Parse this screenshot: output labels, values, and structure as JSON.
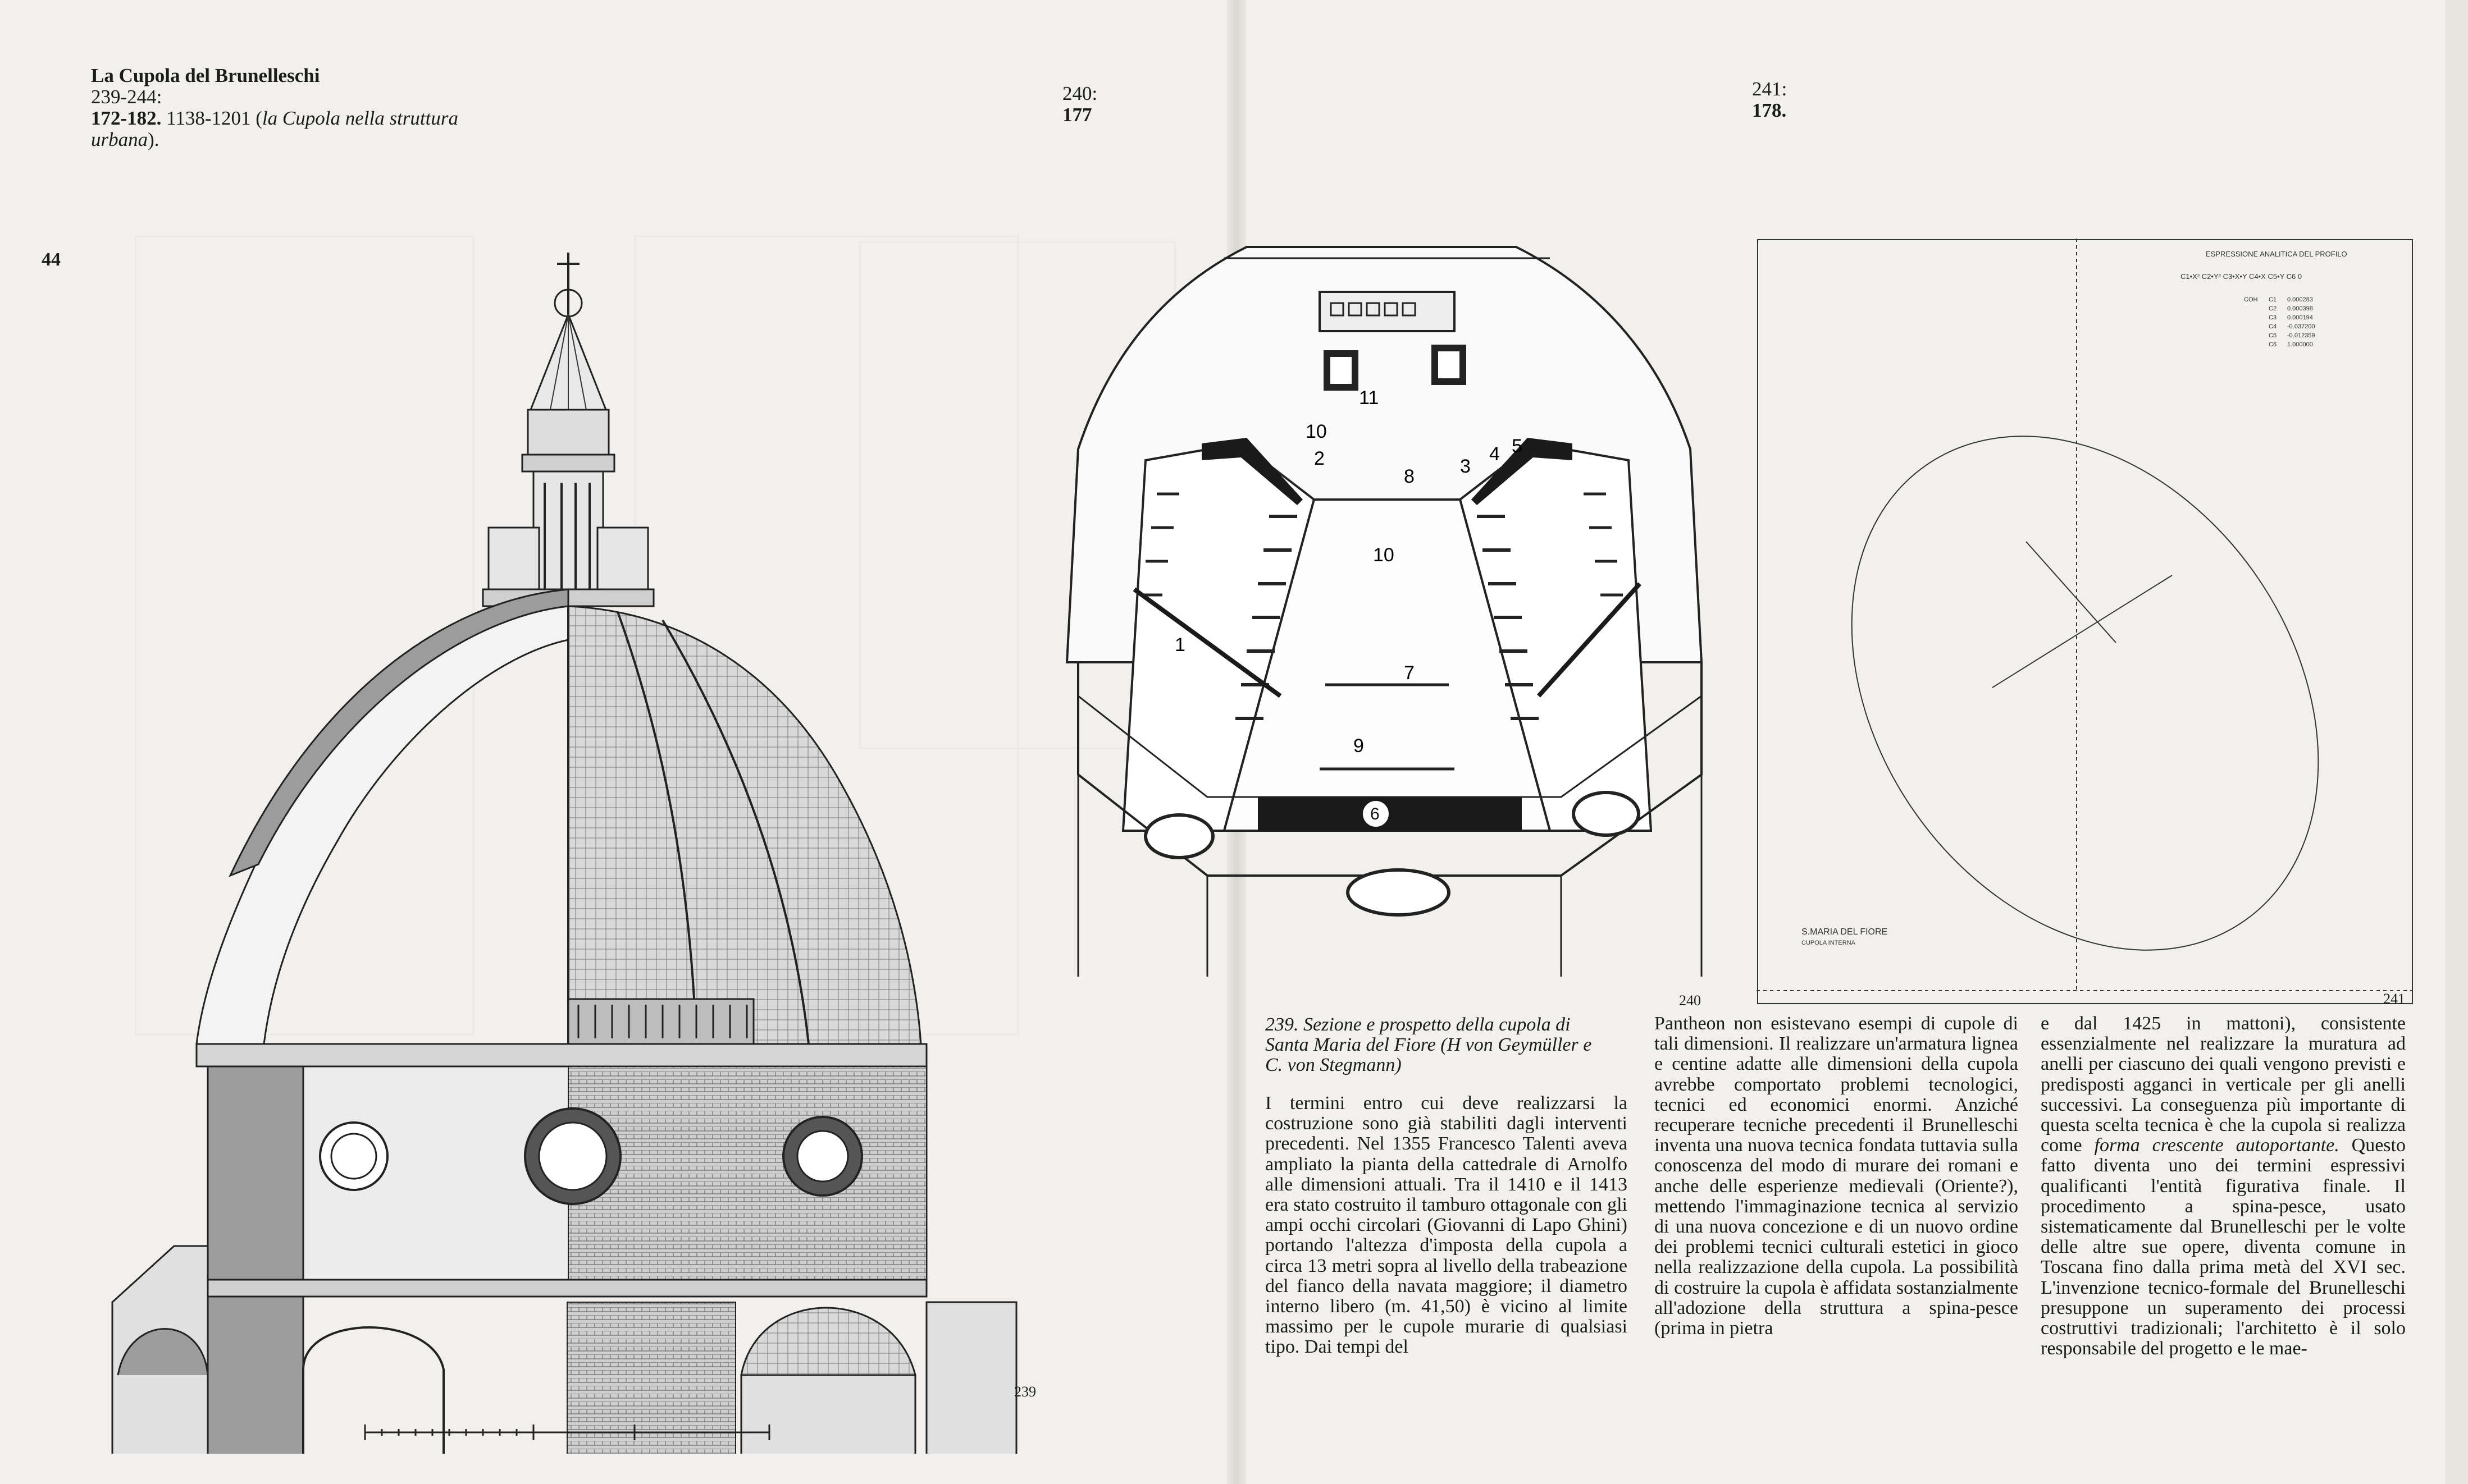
{
  "header_left": {
    "title": "La Cupola del Brunelleschi",
    "range": "239-244:",
    "ref_bold": "172-182.",
    "ref_rest": " 1138-1201 (",
    "ref_italic": "la Cupola nella struttura urbana",
    "ref_end": ")."
  },
  "header_240": {
    "label": "240:",
    "num": "177"
  },
  "header_241": {
    "label": "241:",
    "num": "178."
  },
  "page_number": "44",
  "figures": {
    "fig239": {
      "number": "239",
      "caption": "239. Sezione e prospetto della cupola di Santa Maria del Fiore (H von Geymüller e C. von Stegmann)"
    },
    "fig240": {
      "number": "240",
      "callouts": [
        "1",
        "2",
        "3",
        "4",
        "5",
        "6",
        "7",
        "8",
        "9",
        "10",
        "10",
        "11"
      ]
    },
    "fig241": {
      "number": "241",
      "plot_title": "ESPRESSIONE ANALITICA DEL PROFILO",
      "formula": "C1•X² C2•Y² C3•X•Y C4•X C5•Y C6 0",
      "coefficients": [
        {
          "name": "C1",
          "value": "0.000283"
        },
        {
          "name": "C2",
          "value": "0.000398"
        },
        {
          "name": "C3",
          "value": "0.000194"
        },
        {
          "name": "C4",
          "value": "-0.037200"
        },
        {
          "name": "C5",
          "value": "-0.012359"
        },
        {
          "name": "C6",
          "value": "1.000000"
        }
      ],
      "coef_label": "COH",
      "legend_title": "S.MARIA DEL FIORE",
      "legend_sub": "CUPOLA INTERNA"
    }
  },
  "text_col1": [
    "I termini entro cui deve realizzarsi la costruzione sono già stabiliti dagli interventi precedenti. Nel 1355 Francesco Talenti aveva ampliato la pianta della cattedrale di Arnolfo alle dimensioni attuali. Tra il 1410 e il 1413 era stato costruito il tamburo ottagonale con gli ampi occhi circolari (Giovanni di Lapo Ghini) portando l'altezza d'imposta della cupola a circa 13 metri sopra al livello della trabeazione del fianco della navata maggiore; il diametro interno libero (m. 41,50) è vicino al limite massimo per le cupole murarie di qualsiasi tipo. Dai tempi del"
  ],
  "text_col2": [
    "Pantheon non esistevano esempi di cupole di tali dimensioni. Il realizzare un'armatura lignea e centine adatte alle dimensioni della cupola avrebbe comportato problemi tecnologici, tecnici ed economici enormi. Anziché recuperare tecniche precedenti il Brunelleschi inventa una nuova tecnica fondata tuttavia sulla conoscenza del modo di murare dei romani e anche delle esperienze medievali (Oriente?), mettendo l'immaginazione tecnica al servizio di una nuova concezione e di un nuovo ordine dei problemi tecnici culturali estetici in gioco nella realizzazione della cupola. La possibilità di costruire la cupola è affidata sostanzialmente all'adozione della struttura a spina-pesce (prima in pietra"
  ],
  "text_col3": {
    "part1": "e dal 1425 in mattoni), consistente essenzialmente nel realizzare la muratura ad anelli per ciascuno dei quali vengono previsti e predisposti agganci in verticale per gli anelli successivi. La conseguenza più importante di questa scelta tecnica è che la cupola si realizza come ",
    "italic": "forma crescente autoportante.",
    "part2": " Questo fatto diventa uno dei termini espressivi qualificanti l'entità figurativa finale. Il procedimento a spina-pesce, usato sistematicamente dal Brunelleschi per le volte delle altre sue opere, diventa comune in Toscana fino dalla prima metà del XVI sec. L'invenzione tecnico-formale del Brunelleschi presuppone un superamento dei processi costruttivi tradizionali; l'architetto è il solo responsabile del progetto e le mae-"
  }
}
